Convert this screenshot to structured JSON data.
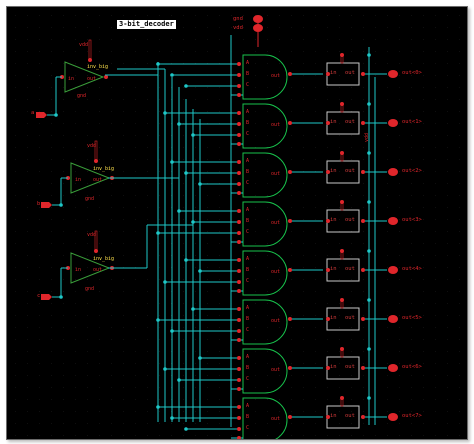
{
  "title": "3-bit_decoder",
  "supply": {
    "gnd": "gnd",
    "vdd": "vdd"
  },
  "inverters": [
    {
      "cell": "inv_big",
      "in": "in",
      "out": "out",
      "vdd": "vdd",
      "gnd": "gnd"
    },
    {
      "cell": "inv_big",
      "in": "in",
      "out": "out",
      "vdd": "vdd",
      "gnd": "gnd"
    },
    {
      "cell": "inv_big",
      "in": "in",
      "out": "out",
      "vdd": "vdd",
      "gnd": "gnd"
    }
  ],
  "inputs": [
    "a",
    "b",
    "c"
  ],
  "gate_pins": {
    "a": "A",
    "b": "B",
    "c": "C",
    "out": "out"
  },
  "buffer_pins": {
    "in": "in",
    "out": "out"
  },
  "buffer_vdd": "vdd",
  "outputs": [
    "out<0>",
    "out<1>",
    "out<2>",
    "out<3>",
    "out<4>",
    "out<5>",
    "out<6>",
    "out<7>"
  ],
  "colors": {
    "background": "#000000",
    "wire": "#1ec8c8",
    "instance": "#18c24c",
    "pin": "#e0262b",
    "inverter": "#3a9e3a"
  }
}
